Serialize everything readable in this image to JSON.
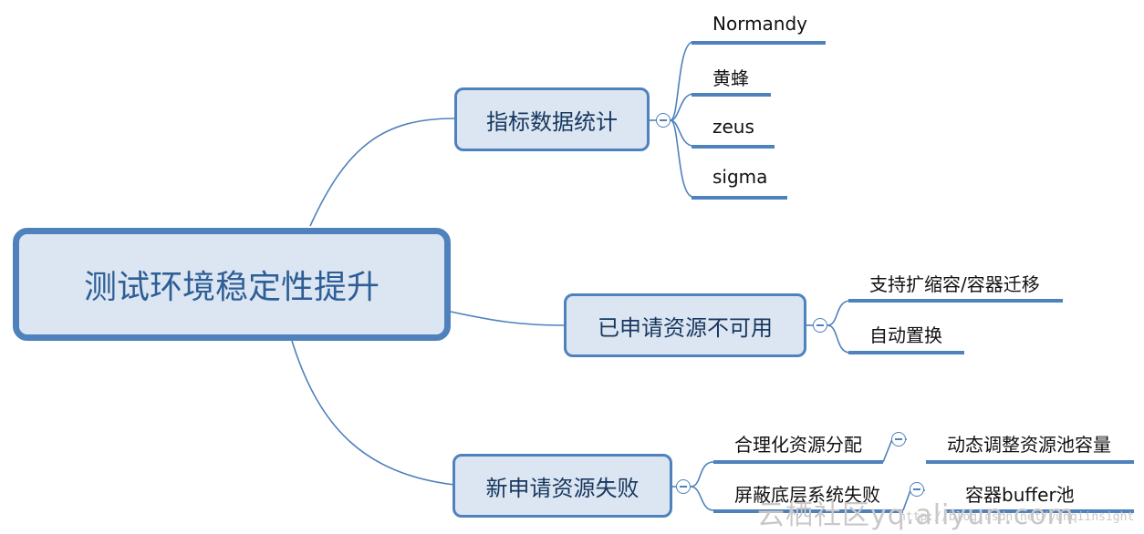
{
  "root": {
    "label": "测试环境稳定性提升"
  },
  "branches": [
    {
      "label": "指标数据统计",
      "children": [
        "Normandy",
        "黄蜂",
        "zeus",
        "sigma"
      ]
    },
    {
      "label": "已申请资源不可用",
      "children": [
        "支持扩缩容/容器迁移",
        "自动置换"
      ]
    },
    {
      "label": "新申请资源失败",
      "children": [
        {
          "label": "合理化资源分配",
          "child": "动态调整资源池容量"
        },
        {
          "label": "屏蔽底层系统失败",
          "child": "容器buffer池"
        }
      ]
    }
  ],
  "watermark": {
    "text": "云栖社区yq.aliyun.com",
    "url": "http://blog.csdn.net/yunqiinsight"
  },
  "colors": {
    "border": "#4f81bd",
    "fill": "#dce6f2",
    "line": "#4f81bd"
  }
}
